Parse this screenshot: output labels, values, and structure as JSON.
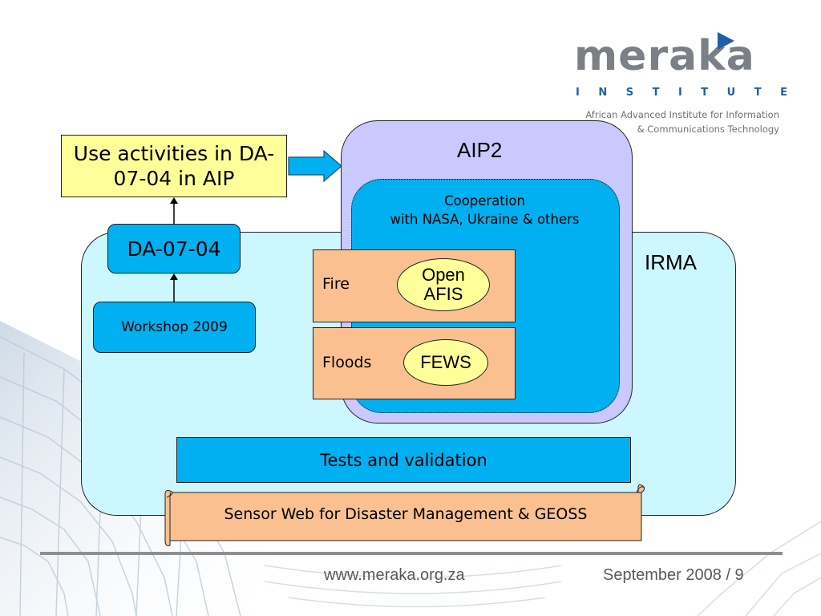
{
  "logo": {
    "word": "meraka",
    "institute": "INSTITUTE",
    "tagline_1": "African Advanced Institute for Information",
    "tagline_2": "& Communications Technology"
  },
  "diagram": {
    "use_activities": "Use activities in DA-07-04 in AIP",
    "da_box": "DA-07-04",
    "workshop": "Workshop 2009",
    "aip2": "AIP2",
    "cooperation_line1": "Cooperation",
    "cooperation_line2": "with NASA, Ukraine & others",
    "irma": "IRMA",
    "fire": "Fire",
    "open_afis": "Open AFIS",
    "floods": "Floods",
    "fews": "FEWS",
    "tests": "Tests and validation",
    "scroll": "Sensor Web for Disaster Management & GEOSS"
  },
  "footer": {
    "url": "www.meraka.org.za",
    "date_page": "September 2008 / 9"
  },
  "colors": {
    "cyan": "#00b0f0",
    "light_cyan": "#ccf7ff",
    "lavender": "#c9c8ff",
    "yellow": "#ffff99",
    "peach": "#fac090",
    "logo_blue": "#1f5fa8",
    "logo_grey": "#7b7f86"
  }
}
